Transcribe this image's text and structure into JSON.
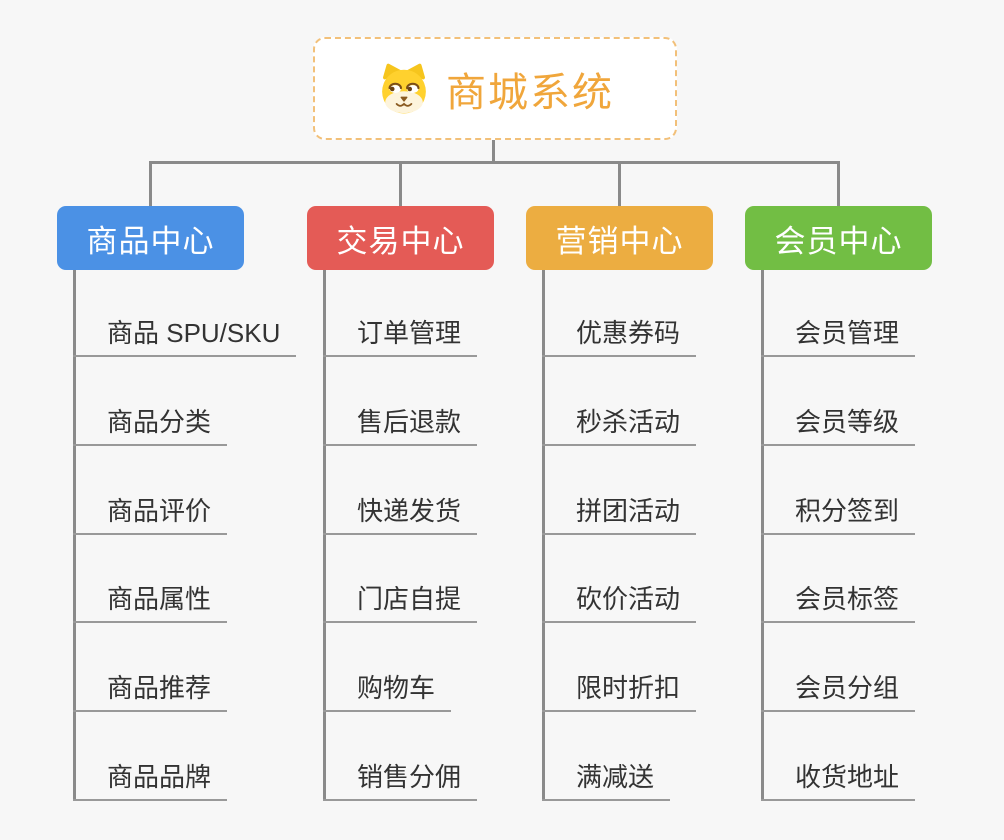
{
  "page": {
    "background_color": "#f7f7f7",
    "connector_color": "#8a8a8a"
  },
  "root": {
    "title": "商城系统",
    "icon": "doge-icon",
    "title_color": "#f0a63b",
    "border_color": "#f2c079"
  },
  "branches": [
    {
      "label": "商品中心",
      "color": "#4b91e5",
      "children": [
        "商品 SPU/SKU",
        "商品分类",
        "商品评价",
        "商品属性",
        "商品推荐",
        "商品品牌"
      ]
    },
    {
      "label": "交易中心",
      "color": "#e45b56",
      "children": [
        "订单管理",
        "售后退款",
        "快递发货",
        "门店自提",
        "购物车",
        "销售分佣"
      ]
    },
    {
      "label": "营销中心",
      "color": "#ecad41",
      "children": [
        "优惠券码",
        "秒杀活动",
        "拼团活动",
        "砍价活动",
        "限时折扣",
        "满减送"
      ]
    },
    {
      "label": "会员中心",
      "color": "#72be44",
      "children": [
        "会员管理",
        "会员等级",
        "积分签到",
        "会员标签",
        "会员分组",
        "收货地址"
      ]
    }
  ]
}
